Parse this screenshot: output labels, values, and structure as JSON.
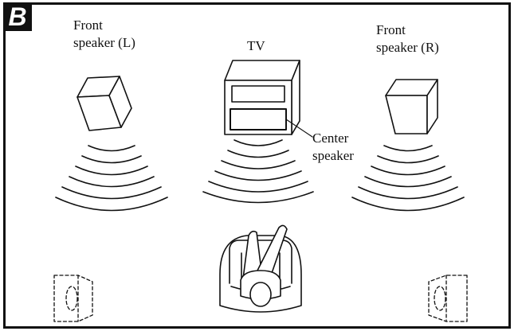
{
  "figure": {
    "badge": "B",
    "labels": {
      "front_left_line1": "Front",
      "front_left_line2": "speaker (L)",
      "tv": "TV",
      "front_right_line1": "Front",
      "front_right_line2": "speaker (R)",
      "center_line1": "Center",
      "center_line2": "speaker"
    }
  }
}
